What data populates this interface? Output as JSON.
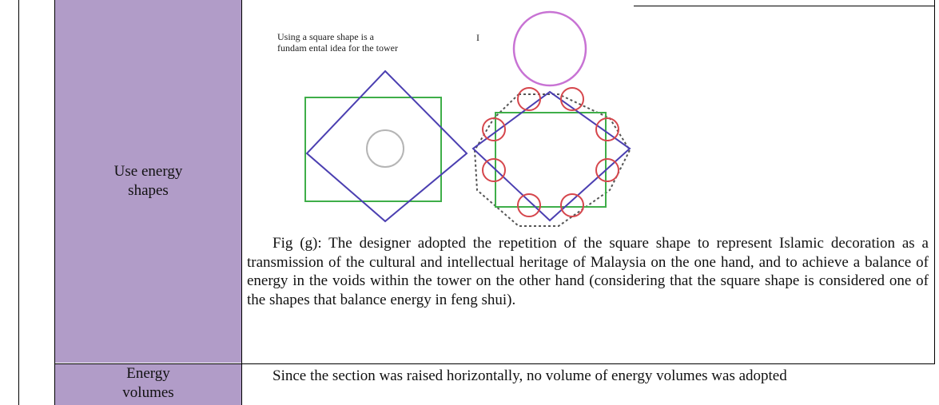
{
  "rows": [
    {
      "label_line1": "Use energy",
      "label_line2": "shapes",
      "figure": {
        "note_line1": "Using a square shape is a",
        "note_line2": "fundam ental idea for the tower",
        "marker": "I",
        "colors": {
          "square": "#3fae49",
          "diamond": "#4b3fb1",
          "inner_circle": "#b5b5b5",
          "top_circle": "#c873d4",
          "small_circles": "#d6464c",
          "octagon": "#555555"
        }
      },
      "caption": "Fig (g): The designer adopted the repetition of the square shape to represent Islamic decoration as a transmission of the cultural and intellectual heritage of Malaysia on the one hand, and to achieve a balance of energy in the voids within the tower on the other hand (considering that the square shape is considered one of the shapes that balance energy in feng shui)."
    },
    {
      "label_line1": "Energy",
      "label_line2": "volumes",
      "text": "Since the section was raised horizontally, no volume of energy volumes was adopted"
    }
  ]
}
